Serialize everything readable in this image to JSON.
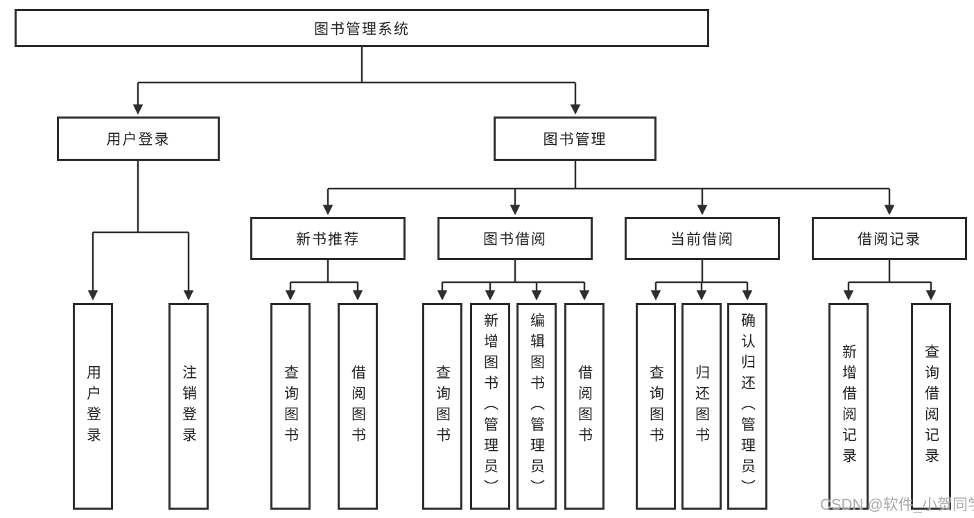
{
  "diagram": {
    "root": "图书管理系统",
    "branches": [
      {
        "label": "用户登录",
        "children": [
          "用户登录",
          "注销登录"
        ]
      },
      {
        "label": "图书管理",
        "children": [
          {
            "label": "新书推荐",
            "children": [
              "查询图书",
              "借阅图书"
            ]
          },
          {
            "label": "图书借阅",
            "children": [
              "查询图书",
              "新增图书（管理员）",
              "编辑图书（管理员）",
              "借阅图书"
            ]
          },
          {
            "label": "当前借阅",
            "children": [
              "查询图书",
              "归还图书",
              "确认归还（管理员）"
            ]
          },
          {
            "label": "借阅记录",
            "children": [
              "新增借阅记录",
              "查询借阅记录"
            ]
          }
        ]
      }
    ]
  },
  "watermark": "CSDN @软件_小贺同学",
  "colors": {
    "line": "#2e2e2e",
    "box_border": "#2e2e2e",
    "text": "#222222",
    "background": "#ffffff",
    "watermark": "#a2a2a2"
  }
}
